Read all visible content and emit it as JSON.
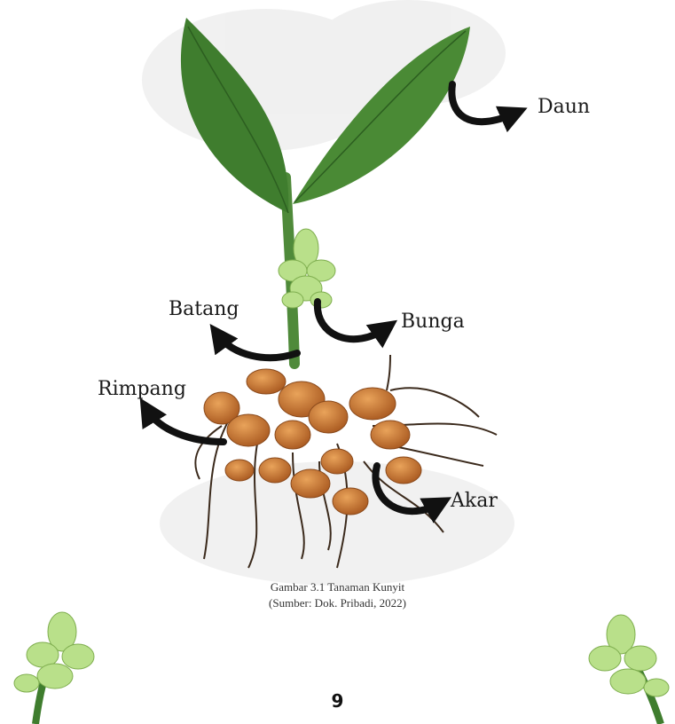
{
  "labels": {
    "daun": "Daun",
    "batang": "Batang",
    "bunga": "Bunga",
    "rimpang": "Rimpang",
    "akar": "Akar"
  },
  "caption": {
    "line1": "Gambar 3.1 Tanaman Kunyit",
    "line2": "(Sumber: Dok. Pribadi, 2022)"
  },
  "page_number": "9",
  "colors": {
    "leaf": "#3f7d2e",
    "leaf_dark": "#2c5e20",
    "stem": "#4f8a3a",
    "flower": "#b9e08a",
    "rhizome": "#c8772e",
    "rhizome_dark": "#8a4a1c",
    "root": "#3b2a1c",
    "arrow": "#111111"
  }
}
